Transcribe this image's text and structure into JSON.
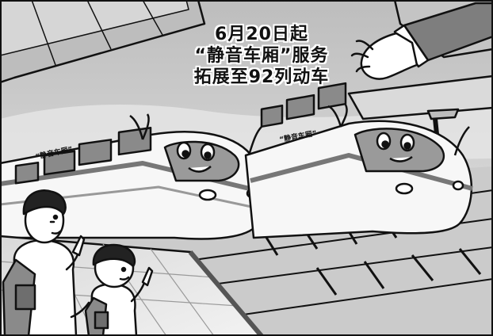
{
  "headline": {
    "line1": "6月20日起",
    "line2": "“静音车厢”服务",
    "line3": "拓展至92列动车"
  },
  "train_labels": {
    "left": "“静音车厢”",
    "right": "“静音车厢”"
  },
  "colors": {
    "ink": "#111111",
    "canopy": "#b9b9b9",
    "sky": "#cfcfcf",
    "train_body": "#f7f7f7",
    "window": "#8a8a8a",
    "platform": "#e2e2e2"
  }
}
